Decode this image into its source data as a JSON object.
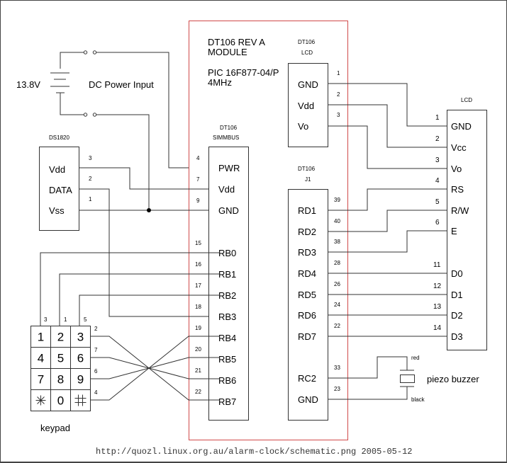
{
  "module": {
    "title_line1": "DT106 REV A",
    "title_line2": "MODULE",
    "mcu_line1": "PIC 16F877-04/P",
    "mcu_line2": "4MHz"
  },
  "power": {
    "voltage": "13.8V",
    "label": "DC Power Input"
  },
  "ds1820": {
    "title": "DS1820",
    "pins": [
      {
        "name": "Vdd",
        "num": "3"
      },
      {
        "name": "DATA",
        "num": "2"
      },
      {
        "name": "Vss",
        "num": "1"
      }
    ]
  },
  "simmbus": {
    "title_line1": "DT106",
    "title_line2": "SIMMBUS",
    "pins": [
      {
        "name": "PWR",
        "num": "4"
      },
      {
        "name": "Vdd",
        "num": "7"
      },
      {
        "name": "GND",
        "num": "9"
      },
      {
        "name": "RB0",
        "num": "15"
      },
      {
        "name": "RB1",
        "num": "16"
      },
      {
        "name": "RB2",
        "num": "17"
      },
      {
        "name": "RB3",
        "num": "18"
      },
      {
        "name": "RB4",
        "num": "19"
      },
      {
        "name": "RB5",
        "num": "20"
      },
      {
        "name": "RB6",
        "num": "21"
      },
      {
        "name": "RB7",
        "num": "22"
      }
    ]
  },
  "dt106_lcd": {
    "title_line1": "DT106",
    "title_line2": "LCD",
    "pins": [
      {
        "name": "GND",
        "num": "1"
      },
      {
        "name": "Vdd",
        "num": "2"
      },
      {
        "name": "Vo",
        "num": "3"
      }
    ]
  },
  "j1": {
    "title_line1": "DT106",
    "title_line2": "J1",
    "pins": [
      {
        "name": "RD1",
        "num": "39"
      },
      {
        "name": "RD2",
        "num": "40"
      },
      {
        "name": "RD3",
        "num": "38"
      },
      {
        "name": "RD4",
        "num": "28"
      },
      {
        "name": "RD5",
        "num": "26"
      },
      {
        "name": "RD6",
        "num": "24"
      },
      {
        "name": "RD7",
        "num": "22"
      },
      {
        "name": "RC2",
        "num": "33"
      },
      {
        "name": "GND",
        "num": "23"
      }
    ]
  },
  "lcd": {
    "title": "LCD",
    "pins": [
      {
        "name": "GND",
        "num": "1"
      },
      {
        "name": "Vcc",
        "num": "2"
      },
      {
        "name": "Vo",
        "num": "3"
      },
      {
        "name": "RS",
        "num": "4"
      },
      {
        "name": "R/W",
        "num": "5"
      },
      {
        "name": "E",
        "num": "6"
      },
      {
        "name": "D0",
        "num": "11"
      },
      {
        "name": "D1",
        "num": "12"
      },
      {
        "name": "D2",
        "num": "13"
      },
      {
        "name": "D3",
        "num": "14"
      }
    ]
  },
  "keypad": {
    "label": "keypad",
    "keys": [
      "1",
      "2",
      "3",
      "4",
      "5",
      "6",
      "7",
      "8",
      "9",
      "*",
      "0",
      "#"
    ],
    "column_pins": [
      "3",
      "1",
      "5"
    ],
    "row_pins": [
      "2",
      "7",
      "6",
      "4"
    ]
  },
  "buzzer": {
    "label": "piezo buzzer",
    "wire_top": "red",
    "wire_bottom": "black"
  },
  "footer": {
    "url": "http://quozl.linux.org.au/alarm-clock/schematic.png 2005-05-12"
  }
}
